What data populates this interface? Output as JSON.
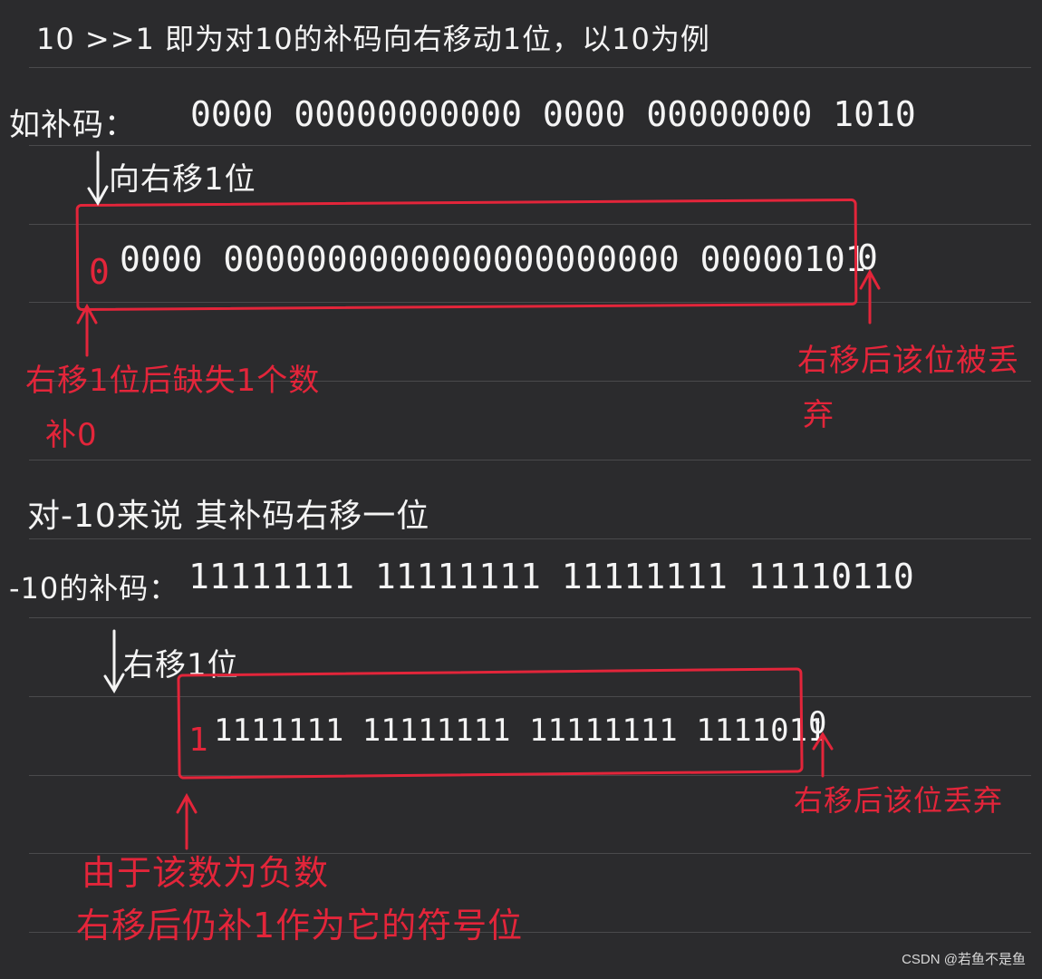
{
  "note": {
    "line1": "10 >>1 即为对10的补码向右移动1位，以10为例",
    "line2_label": "如补码：",
    "line2_bits": "0000 00000000000 0000 00000000 1010",
    "line3": "向右移1位",
    "shift1_first_bit": "0",
    "shift1_bits": "0000 0000000000000000000000 00000101",
    "shift1_dropped_bit": "0",
    "anno_left_1": "右移1位后缺失1个数",
    "anno_left_2": "补0",
    "anno_right_1": "右移后该位被丢",
    "anno_right_2": "弃",
    "line4": "对-10来说 其补码右移一位",
    "line5_label": "-10的补码：",
    "line5_bits": "11111111 11111111 11111111 11110110",
    "line6": "右移1位",
    "shift2_first_bit": "1",
    "shift2_bits": "1111111 11111111 11111111 1111011",
    "shift2_dropped_bit": "0",
    "anno_right_3": "右移后该位丢弃",
    "anno_bottom_1": "由于该数为负数",
    "anno_bottom_2": "右移后仍补1作为它的符号位"
  },
  "watermark": "CSDN @若鱼不是鱼",
  "colors": {
    "background": "#2b2b2d",
    "ink": "#f4f4f4",
    "red": "#e3253a",
    "rule": "#4a4a4c"
  }
}
